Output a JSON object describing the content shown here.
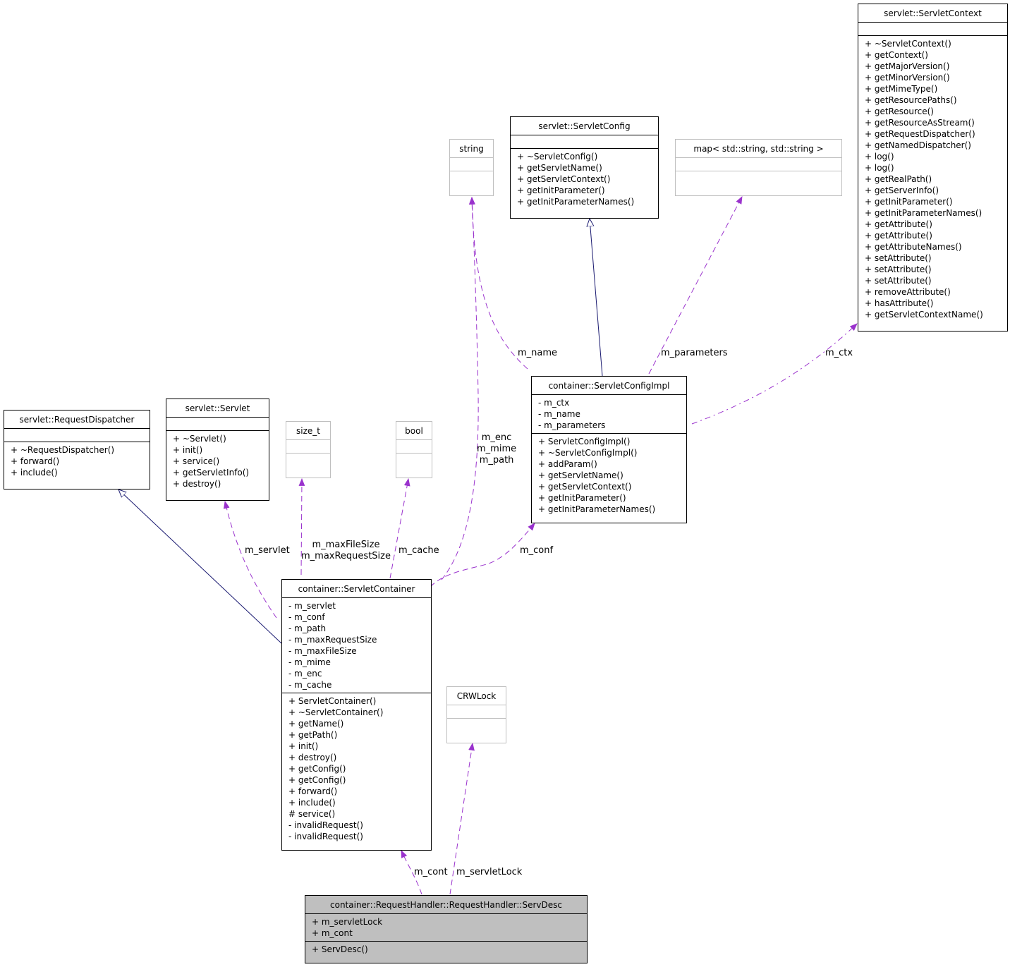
{
  "classes": {
    "servlet_context": {
      "name": "servlet::ServletContext",
      "attributes": [],
      "operations": [
        "+ ~ServletContext()",
        "+ getContext()",
        "+ getMajorVersion()",
        "+ getMinorVersion()",
        "+ getMimeType()",
        "+ getResourcePaths()",
        "+ getResource()",
        "+ getResourceAsStream()",
        "+ getRequestDispatcher()",
        "+ getNamedDispatcher()",
        "+ log()",
        "+ log()",
        "+ getRealPath()",
        "+ getServerInfo()",
        "+ getInitParameter()",
        "+ getInitParameterNames()",
        "+ getAttribute()",
        "+ getAttribute()",
        "+ getAttributeNames()",
        "+ setAttribute()",
        "+ setAttribute()",
        "+ setAttribute()",
        "+ removeAttribute()",
        "+ hasAttribute()",
        "+ getServletContextName()"
      ]
    },
    "servlet_config": {
      "name": "servlet::ServletConfig",
      "attributes": [],
      "operations": [
        "+ ~ServletConfig()",
        "+ getServletName()",
        "+ getServletContext()",
        "+ getInitParameter()",
        "+ getInitParameterNames()"
      ]
    },
    "string": {
      "name": "string"
    },
    "map": {
      "name": "map< std::string, std::string >"
    },
    "servlet_config_impl": {
      "name": "container::ServletConfigImpl",
      "attributes": [
        "- m_ctx",
        "- m_name",
        "- m_parameters"
      ],
      "operations": [
        "+ ServletConfigImpl()",
        "+ ~ServletConfigImpl()",
        "+ addParam()",
        "+ getServletName()",
        "+ getServletContext()",
        "+ getInitParameter()",
        "+ getInitParameterNames()"
      ]
    },
    "request_dispatcher": {
      "name": "servlet::RequestDispatcher",
      "attributes": [],
      "operations": [
        "+ ~RequestDispatcher()",
        "+ forward()",
        "+ include()"
      ]
    },
    "servlet": {
      "name": "servlet::Servlet",
      "attributes": [],
      "operations": [
        "+ ~Servlet()",
        "+ init()",
        "+ service()",
        "+ getServletInfo()",
        "+ destroy()"
      ]
    },
    "size_t": {
      "name": "size_t"
    },
    "bool": {
      "name": "bool"
    },
    "servlet_container": {
      "name": "container::ServletContainer",
      "attributes": [
        "- m_servlet",
        "- m_conf",
        "- m_path",
        "- m_maxRequestSize",
        "- m_maxFileSize",
        "- m_mime",
        "- m_enc",
        "- m_cache"
      ],
      "operations": [
        "+ ServletContainer()",
        "+ ~ServletContainer()",
        "+ getName()",
        "+ getPath()",
        "+ init()",
        "+ destroy()",
        "+ getConfig()",
        "+ getConfig()",
        "+ forward()",
        "+ include()",
        "# service()",
        "- invalidRequest()",
        "- invalidRequest()"
      ]
    },
    "crwlock": {
      "name": "CRWLock"
    },
    "serv_desc": {
      "name": "container::RequestHandler::RequestHandler::ServDesc",
      "attributes": [
        "+ m_servletLock",
        "+ m_cont"
      ],
      "operations": [
        "+ ServDesc()"
      ]
    }
  },
  "edge_labels": {
    "m_name": "m_name",
    "m_parameters": "m_parameters",
    "m_ctx": "m_ctx",
    "m_enc_mime_path": "m_enc\nm_mime\nm_path",
    "m_servlet": "m_servlet",
    "m_sizes": "m_maxFileSize\nm_maxRequestSize",
    "m_cache": "m_cache",
    "m_conf": "m_conf",
    "m_cont": "m_cont",
    "m_servletLock": "m_servletLock"
  },
  "colors": {
    "usage_edge": "#9a32cd",
    "inheritance_edge": "#191970",
    "external_border": "#bfbfbf",
    "highlight_fill": "#bfbfbf"
  }
}
